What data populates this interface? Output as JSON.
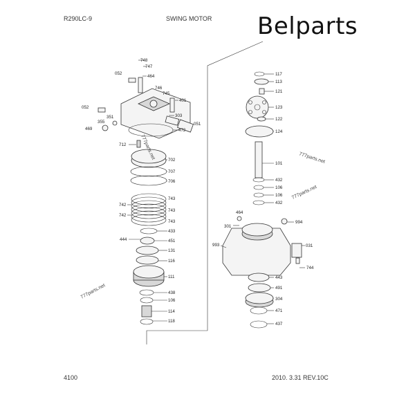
{
  "header": {
    "model": "R290LC-9",
    "title": "SWING MOTOR",
    "brand": "Belparts"
  },
  "footer": {
    "page_number": "4100",
    "revision": "2010. 3.31  REV.10C"
  },
  "watermarks": [
    "777parts.net",
    "777parts.net",
    "777parts.net",
    "777parts.net"
  ],
  "callouts": {
    "left": [
      "748",
      "747",
      "052",
      "464",
      "746",
      "745",
      "401",
      "052",
      "303",
      "355",
      "351",
      "469",
      "472",
      "051",
      "712",
      "702",
      "707",
      "706",
      "743",
      "742",
      "743",
      "742",
      "743",
      "433",
      "444",
      "451",
      "131",
      "116",
      "111",
      "438",
      "106",
      "114",
      "118"
    ],
    "right": [
      "117",
      "113",
      "121",
      "123",
      "122",
      "124",
      "101",
      "432",
      "106",
      "106",
      "432",
      "464",
      "994",
      "301",
      "993",
      "031",
      "744",
      "443",
      "491",
      "304",
      "471",
      "437"
    ]
  }
}
